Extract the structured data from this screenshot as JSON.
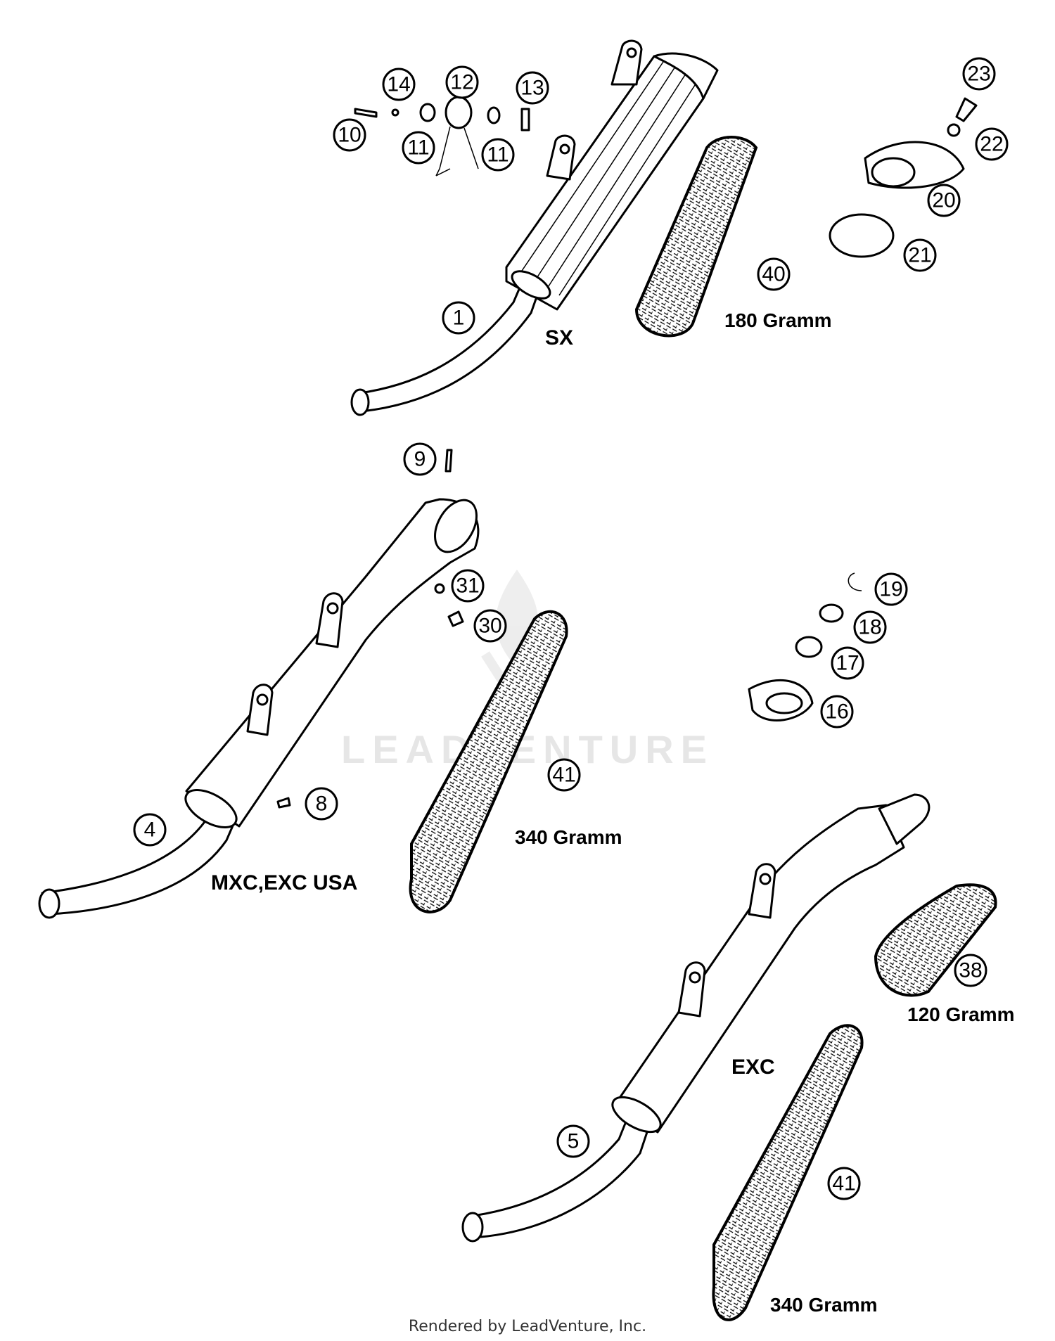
{
  "callouts": {
    "c1": "1",
    "c4": "4",
    "c5": "5",
    "c8": "8",
    "c9": "9",
    "c10": "10",
    "c11a": "11",
    "c11b": "11",
    "c12": "12",
    "c13": "13",
    "c14": "14",
    "c16": "16",
    "c17": "17",
    "c18": "18",
    "c19": "19",
    "c20": "20",
    "c21": "21",
    "c22": "22",
    "c23": "23",
    "c30": "30",
    "c31": "31",
    "c38": "38",
    "c40": "40",
    "c41a": "41",
    "c41b": "41"
  },
  "variant_labels": {
    "sx": "SX",
    "mxc_exc_usa": "MXC,EXC USA",
    "exc": "EXC"
  },
  "weights": {
    "w40": "180 Gramm",
    "w41a": "340 Gramm",
    "w38": "120 Gramm",
    "w41b": "340 Gramm"
  },
  "watermark": "LEADVENTURE",
  "footer": "Rendered by LeadVenture, Inc."
}
